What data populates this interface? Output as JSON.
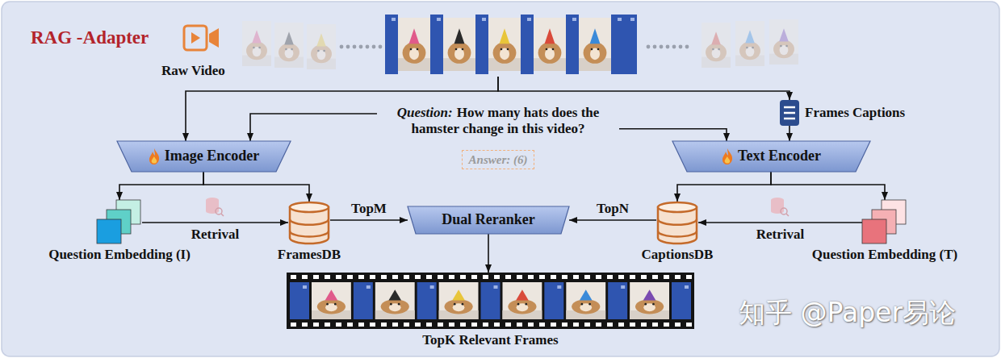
{
  "diagram": {
    "title": "RAG -Adapter",
    "nodes": [
      {
        "text": [
          "Raw Video"
        ]
      },
      {
        "text": [
          "Question:",
          "How many hats does the hamster change in this video?"
        ]
      },
      {
        "text": [
          "Answer: (6)"
        ]
      },
      {
        "text": [
          "Frames Captions"
        ]
      },
      {
        "text": [
          "Image Encoder"
        ]
      },
      {
        "text": [
          "Text Encoder"
        ]
      },
      {
        "text": [
          "Question Embedding (I)"
        ]
      },
      {
        "text": [
          "FramesDB"
        ]
      },
      {
        "text": [
          "Dual Reranker"
        ]
      },
      {
        "text": [
          "CaptionsDB"
        ]
      },
      {
        "text": [
          "Question Embedding (T)"
        ]
      },
      {
        "text": [
          "TopK Relevant Frames"
        ]
      }
    ],
    "edges": [
      {
        "from": 0,
        "to": 4,
        "arrow": "to"
      },
      {
        "from": 0,
        "to": 3,
        "arrow": "to"
      },
      {
        "from": 1,
        "to": 4,
        "arrow": "to"
      },
      {
        "from": 1,
        "to": 5,
        "arrow": "to"
      },
      {
        "from": 3,
        "to": 5,
        "arrow": "to"
      },
      {
        "from": 4,
        "to": 6,
        "arrow": "to"
      },
      {
        "from": 4,
        "to": 7,
        "arrow": "to"
      },
      {
        "from": 5,
        "to": 9,
        "arrow": "to"
      },
      {
        "from": 5,
        "to": 10,
        "arrow": "to"
      },
      {
        "from": 6,
        "to": 7,
        "label": "Retrival",
        "arrow": "to"
      },
      {
        "from": 10,
        "to": 9,
        "label": "Retrival",
        "arrow": "to"
      },
      {
        "from": 7,
        "to": 8,
        "label": "TopM",
        "arrow": "to"
      },
      {
        "from": 9,
        "to": 8,
        "label": "TopN",
        "arrow": "to"
      },
      {
        "from": 8,
        "to": 11,
        "arrow": "to"
      }
    ],
    "labels": [
      "知乎 @Paper易论"
    ]
  }
}
